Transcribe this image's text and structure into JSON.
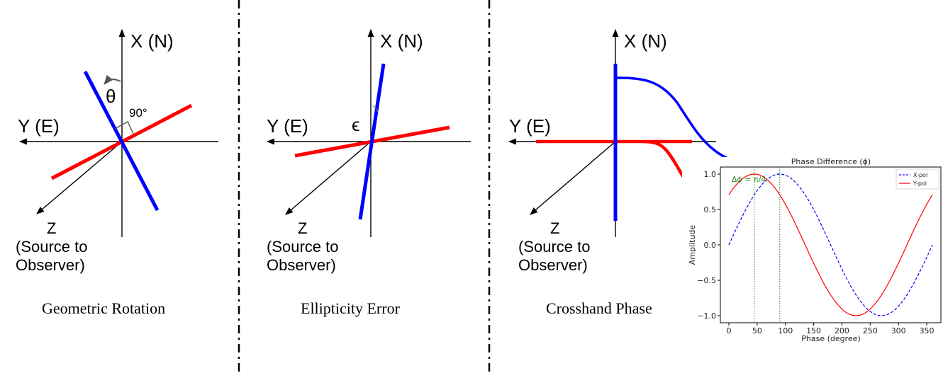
{
  "panels": [
    {
      "caption": "Geometric Rotation",
      "x_axis_label": "X (N)",
      "y_axis_label": "Y (E)",
      "z_axis_label": "Z",
      "z_axis_sub_1": "(Source to",
      "z_axis_sub_2": "Observer)",
      "angle_symbol": "θ",
      "right_angle_label": "90°"
    },
    {
      "caption": "Ellipticity Error",
      "x_axis_label": "X (N)",
      "y_axis_label": "Y (E)",
      "z_axis_label": "Z",
      "z_axis_sub_1": "(Source to",
      "z_axis_sub_2": "Observer)",
      "angle_symbol": "ϵ"
    },
    {
      "caption": "Crosshand Phase",
      "x_axis_label": "X (N)",
      "y_axis_label": "Y (E)",
      "z_axis_label": "Z",
      "z_axis_sub_1": "(Source to",
      "z_axis_sub_2": "Observer)"
    }
  ],
  "colors": {
    "x_pol": "#0000ff",
    "y_pol": "#ff0000",
    "annotation": "#2e8b22"
  },
  "chart_data": {
    "type": "line",
    "title": "Phase Difference (ϕ)",
    "xlabel": "Phase (degree)",
    "ylabel": "Amplitude",
    "xlim": [
      -15,
      375
    ],
    "ylim": [
      -1.1,
      1.1
    ],
    "xticks": [
      0,
      50,
      100,
      150,
      200,
      250,
      300,
      350
    ],
    "yticks": [
      -1.0,
      -0.5,
      0.0,
      0.5,
      1.0
    ],
    "ytick_labels": [
      "−1.0",
      "−0.5",
      "0.0",
      "0.5",
      "1.0"
    ],
    "x": [
      0,
      15,
      30,
      45,
      60,
      75,
      90,
      105,
      120,
      135,
      150,
      165,
      180,
      195,
      210,
      225,
      240,
      255,
      270,
      285,
      300,
      315,
      330,
      345,
      360
    ],
    "series": [
      {
        "name": "X-pol",
        "style": "dashed",
        "color": "#0000ff",
        "values": [
          0.0,
          0.259,
          0.5,
          0.707,
          0.866,
          0.966,
          1.0,
          0.966,
          0.866,
          0.707,
          0.5,
          0.259,
          0.0,
          -0.259,
          -0.5,
          -0.707,
          -0.866,
          -0.966,
          -1.0,
          -0.966,
          -0.866,
          -0.707,
          -0.5,
          -0.259,
          0.0
        ]
      },
      {
        "name": "Y-pol",
        "style": "solid",
        "color": "#ff0000",
        "values": [
          0.707,
          0.866,
          0.966,
          1.0,
          0.966,
          0.866,
          0.707,
          0.5,
          0.259,
          0.0,
          -0.259,
          -0.5,
          -0.707,
          -0.866,
          -0.966,
          -1.0,
          -0.966,
          -0.866,
          -0.707,
          -0.5,
          -0.259,
          0.0,
          0.259,
          0.5,
          0.707
        ]
      }
    ],
    "vlines": [
      45,
      90
    ],
    "annotation": "Δϕ = π/4",
    "legend_position": "top-right"
  }
}
